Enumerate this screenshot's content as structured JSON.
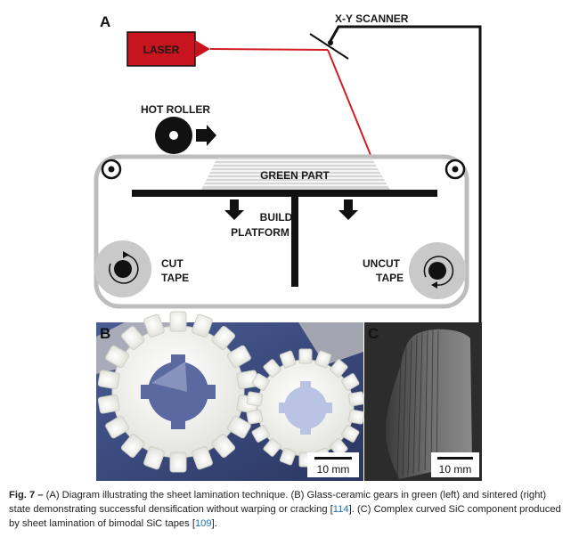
{
  "panels": {
    "a": {
      "letter": "A"
    },
    "b": {
      "letter": "B",
      "scale_bar": "10 mm"
    },
    "c": {
      "letter": "C",
      "scale_bar": "10 mm"
    }
  },
  "diagram": {
    "laser": "LASER",
    "scanner": "X-Y SCANNER",
    "hot_roller": "HOT ROLLER",
    "green_part": "GREEN PART",
    "build": "BUILD",
    "platform": "PLATFORM",
    "cut": "CUT",
    "cut_tape": "TAPE",
    "uncut": "UNCUT",
    "uncut_tape": "TAPE"
  },
  "colors": {
    "laser_box": "#c8141e",
    "beam": "#d11f26",
    "roll": "#c9c9c9",
    "tape": "#bdbdbd",
    "photo_bg": "#3a4a78"
  },
  "caption": {
    "fig": "Fig. 7 – ",
    "p1": "(A) Diagram illustrating the sheet lamination technique. (B) Glass-ceramic gears in green (left) and sintered (right) state demonstrating successful densification without warping or cracking [",
    "ref1": "114",
    "p2": "]. (C) Complex curved SiC component produced by sheet lamination of bimodal SiC tapes [",
    "ref2": "109",
    "p3": "]."
  }
}
